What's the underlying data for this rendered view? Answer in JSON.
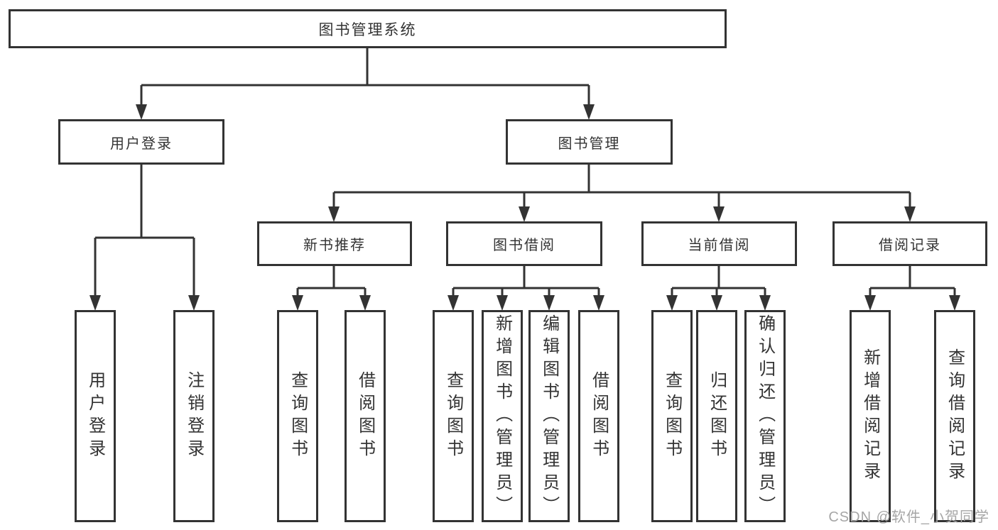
{
  "diagram": {
    "type": "hierarchy",
    "colors": {
      "line": "#333333",
      "box_border": "#333333",
      "box_fill": "#ffffff",
      "text": "#333333",
      "background": "#ffffff",
      "watermark_text": "#a6a6a6"
    },
    "nodes": {
      "root": {
        "label": "图书管理系统"
      },
      "level2": [
        {
          "label": "用户登录",
          "parent": "图书管理系统"
        },
        {
          "label": "图书管理",
          "parent": "图书管理系统"
        }
      ],
      "level3": [
        {
          "label": "新书推荐",
          "parent": "图书管理"
        },
        {
          "label": "图书借阅",
          "parent": "图书管理"
        },
        {
          "label": "当前借阅",
          "parent": "图书管理"
        },
        {
          "label": "借阅记录",
          "parent": "图书管理"
        }
      ],
      "leaves": [
        {
          "label": "用户登录",
          "parent": "用户登录"
        },
        {
          "label": "注销登录",
          "parent": "用户登录"
        },
        {
          "label": "查询图书",
          "parent": "新书推荐"
        },
        {
          "label": "借阅图书",
          "parent": "新书推荐"
        },
        {
          "label": "查询图书",
          "parent": "图书借阅"
        },
        {
          "label": "新增图书（管理员）",
          "parent": "图书借阅"
        },
        {
          "label": "编辑图书（管理员）",
          "parent": "图书借阅"
        },
        {
          "label": "借阅图书",
          "parent": "图书借阅"
        },
        {
          "label": "查询图书",
          "parent": "当前借阅"
        },
        {
          "label": "归还图书",
          "parent": "当前借阅"
        },
        {
          "label": "确认归还（管理员）",
          "parent": "当前借阅"
        },
        {
          "label": "新增借阅记录",
          "parent": "借阅记录"
        },
        {
          "label": "查询借阅记录",
          "parent": "借阅记录"
        }
      ]
    }
  },
  "watermark": {
    "text": "CSDN @软件_小贺同学"
  }
}
